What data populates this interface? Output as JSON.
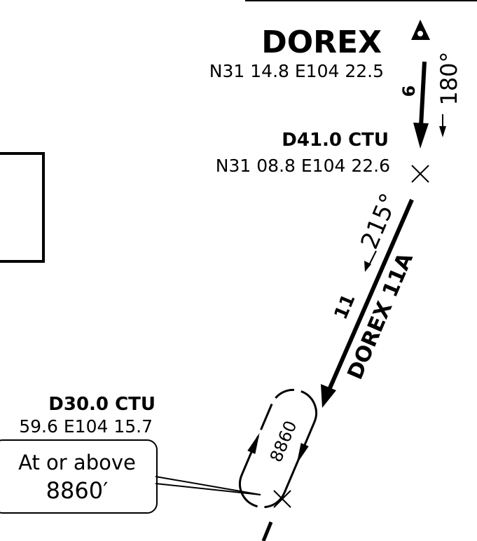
{
  "fixes": {
    "dorex": {
      "name": "DOREX",
      "coords": "N31 14.8 E104 22.5"
    },
    "d41": {
      "name": "D41.0 CTU",
      "coords": "N31 08.8 E104 22.6"
    },
    "d30": {
      "name": "D30.0 CTU",
      "coords": "59.6 E104 15.7"
    }
  },
  "legs": {
    "first": {
      "distance": "6",
      "course": "180°"
    },
    "second": {
      "distance": "11",
      "course": "215°",
      "procedure": "DOREX 11A"
    }
  },
  "holding": {
    "altitude": "8860"
  },
  "callout": {
    "line1": "At or above",
    "line2": "8860′"
  },
  "colors": {
    "ink": "#000000",
    "paper": "#ffffff"
  }
}
